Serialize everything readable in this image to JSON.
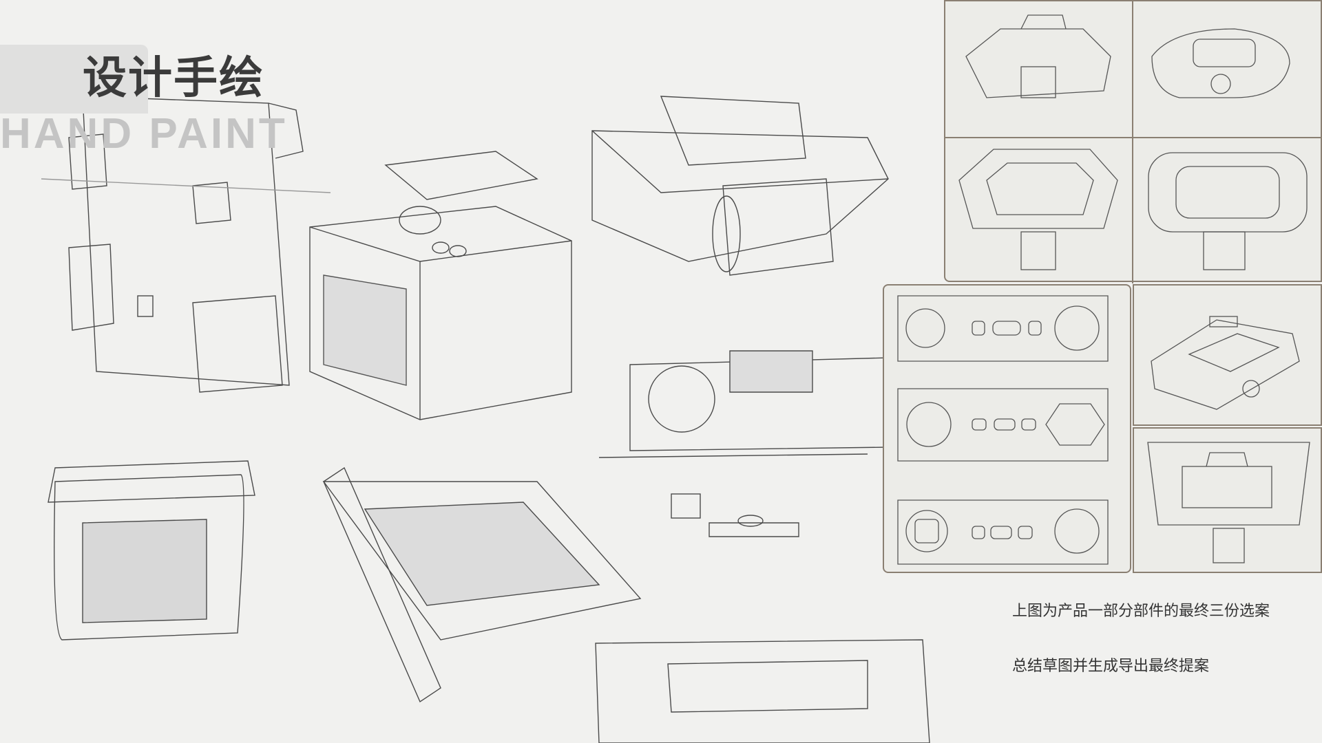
{
  "header": {
    "title": "设计手绘",
    "subtitle_en": "HAND PAINT"
  },
  "notes": {
    "line1": "上图为产品一部分部件的最终三份选案",
    "line2": "总结草图并生成导出最终提案"
  },
  "colors": {
    "background": "#f1f1ef",
    "panel_border": "#8a7f72",
    "title": "#3b3b3b"
  }
}
